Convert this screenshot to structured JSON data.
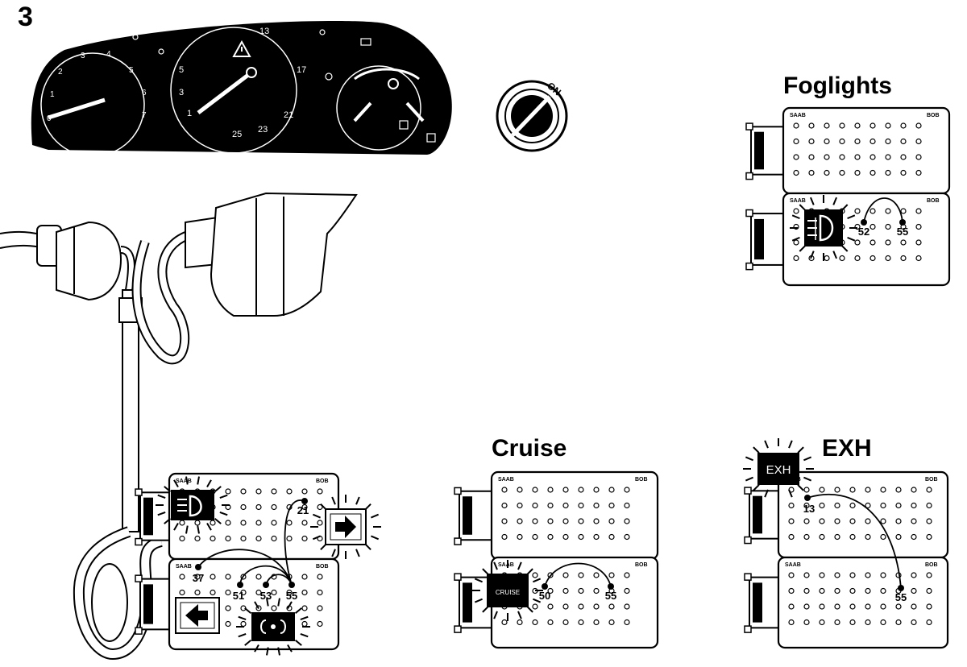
{
  "step_number": "3",
  "ignition": {
    "position_label": "ON"
  },
  "cluster": {
    "tacho_ticks": [
      "0",
      "1",
      "2",
      "3",
      "4",
      "5",
      "6",
      "7"
    ],
    "speedo_ticks": [
      "5",
      "3",
      "1",
      "25",
      "23",
      "21",
      "17",
      "13"
    ]
  },
  "board_labels": {
    "brand": "SAAB",
    "bob": "BOB"
  },
  "tests": {
    "foglights": {
      "title": "Foglights",
      "pins": [
        "52",
        "55"
      ]
    },
    "cruise": {
      "title": "Cruise",
      "pins": [
        "50",
        "55"
      ],
      "lamp_text": "CRUISE"
    },
    "exh": {
      "title": "EXH",
      "pins": [
        "13",
        "55"
      ],
      "lamp_text": "EXH"
    },
    "main": {
      "pins": [
        "21",
        "37",
        "51",
        "53",
        "55"
      ]
    }
  },
  "colors": {
    "ink": "#000000",
    "paper": "#ffffff"
  },
  "icons": [
    "headlight-icon",
    "arrow-right-icon",
    "arrow-left-icon",
    "parking-light-icon",
    "foglight-icon",
    "warning-triangle-icon"
  ]
}
